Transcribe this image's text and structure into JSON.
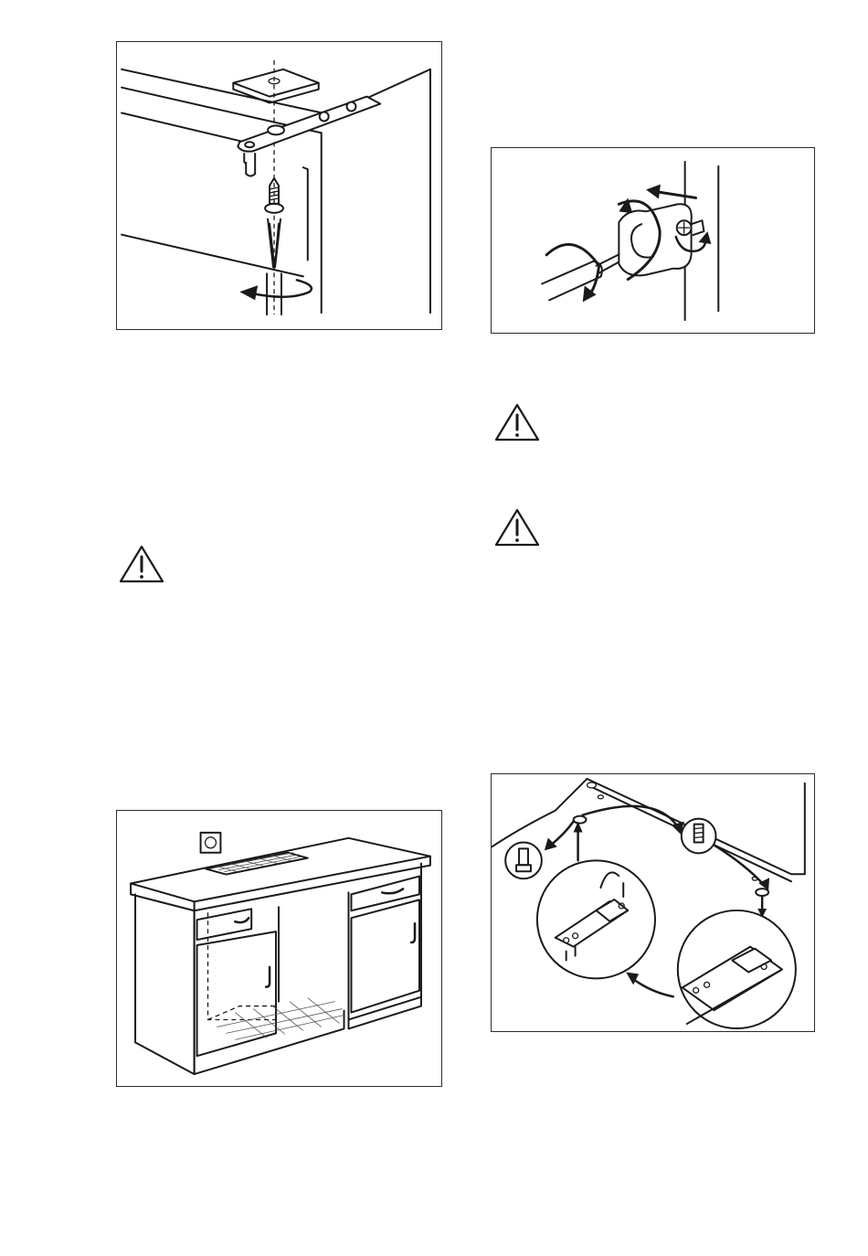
{
  "page": {
    "background": "#ffffff",
    "line_color": "#1a1a1a"
  },
  "figures": [
    {
      "id": "hinge-screw-figure",
      "depicts": "screwdriver-icon"
    },
    {
      "id": "hinge-cover-rotate-figure",
      "depicts": "rotate-arrow-icon"
    },
    {
      "id": "cabinet-installation-figure",
      "depicts": "cabinet-icon"
    },
    {
      "id": "door-hinge-transfer-figure",
      "depicts": "hinge-bracket-icon"
    }
  ],
  "warnings": [
    {
      "icon": "warning-triangle-icon",
      "symbol": "!"
    },
    {
      "icon": "warning-triangle-icon",
      "symbol": "!"
    },
    {
      "icon": "warning-triangle-icon",
      "symbol": "!"
    }
  ]
}
